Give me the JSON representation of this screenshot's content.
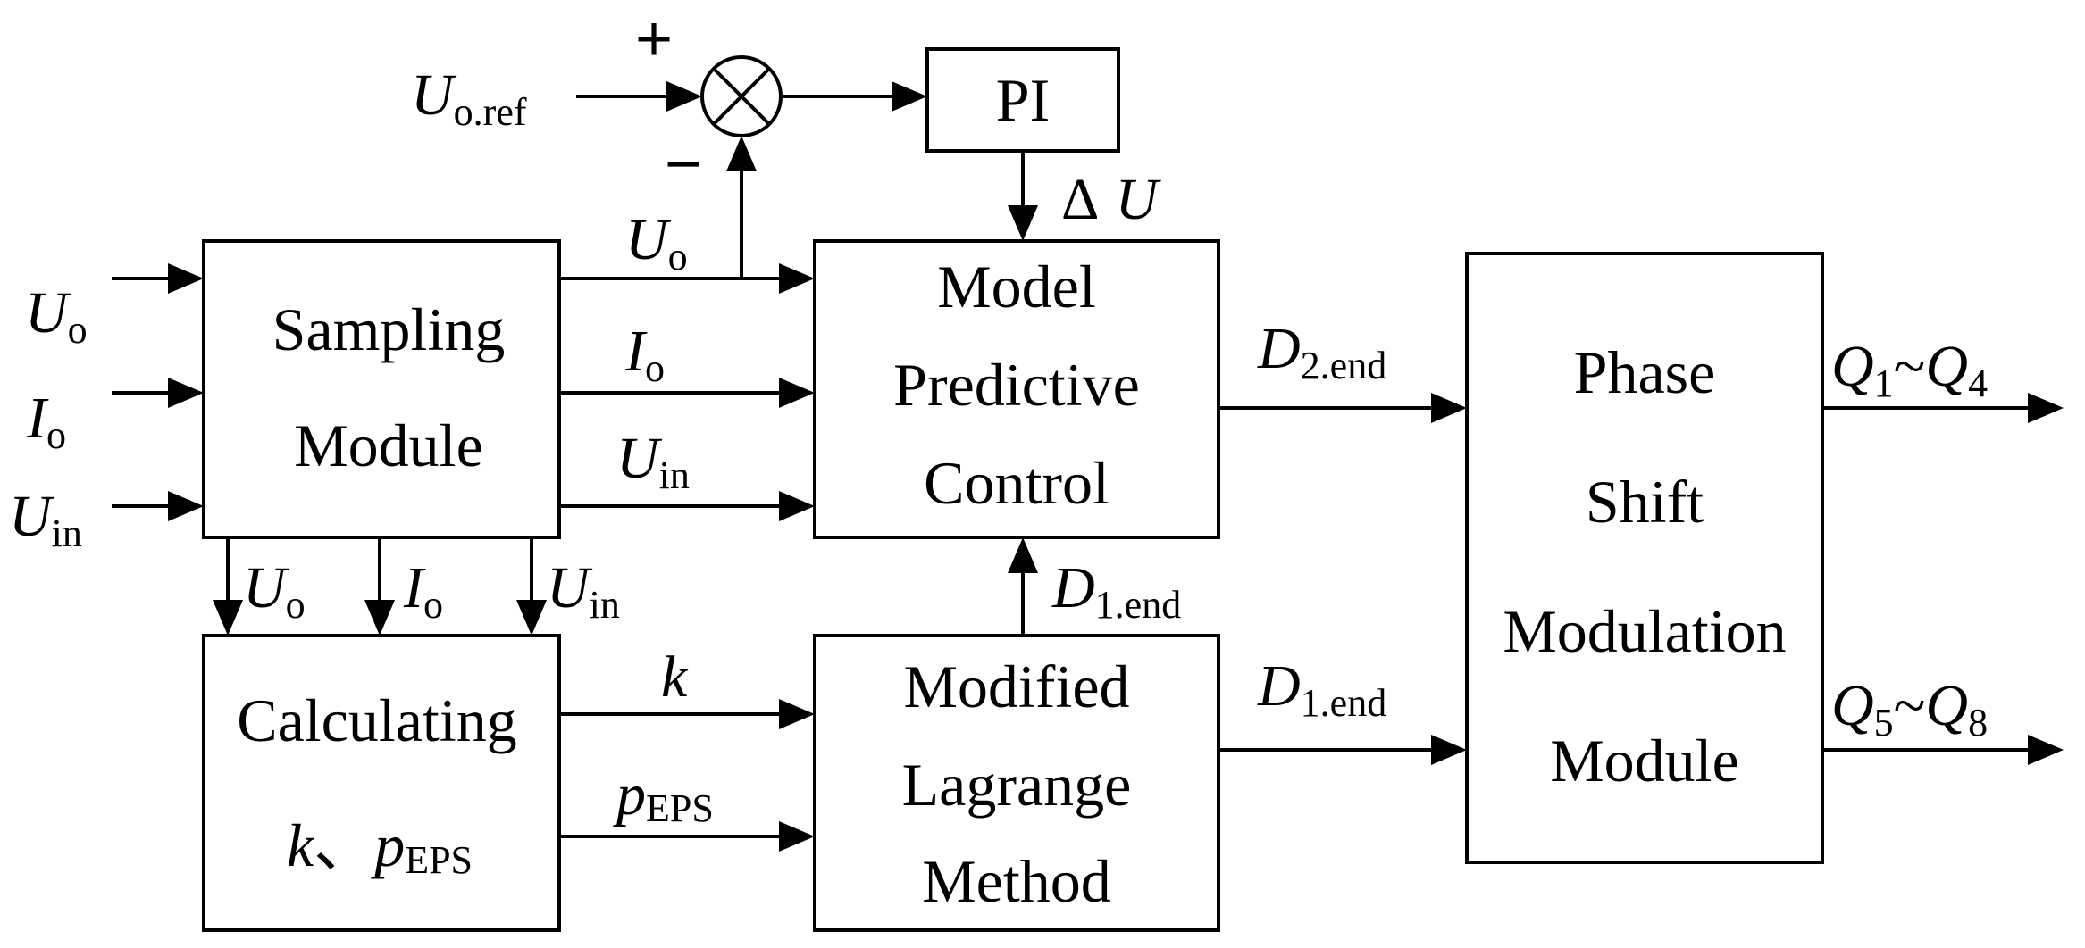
{
  "blocks": {
    "pi": "PI",
    "sampling": [
      "Sampling",
      "Module"
    ],
    "mpc": [
      "Model",
      "Predictive",
      "Control"
    ],
    "calc": {
      "line1": "Calculating",
      "k": "k",
      "sep": "、",
      "p": "p",
      "p_sub": "EPS"
    },
    "lagrange": [
      "Modified",
      "Lagrange",
      "Method"
    ],
    "psm": [
      "Phase",
      "Shift",
      "Modulation",
      "Module"
    ]
  },
  "signs": {
    "plus": "+",
    "minus": "−"
  },
  "signals": {
    "uoref": {
      "main": "U",
      "sub": "o.ref"
    },
    "in_uo": {
      "main": "U",
      "sub": "o"
    },
    "in_io": {
      "main": "I",
      "sub": "o"
    },
    "in_uin": {
      "main": "U",
      "sub": "in"
    },
    "s_uo": {
      "main": "U",
      "sub": "o"
    },
    "s_io": {
      "main": "I",
      "sub": "o"
    },
    "s_uin": {
      "main": "U",
      "sub": "in"
    },
    "d_uo": {
      "main": "U",
      "sub": "o"
    },
    "d_io": {
      "main": "I",
      "sub": "o"
    },
    "d_uin": {
      "main": "U",
      "sub": "in"
    },
    "deltau": {
      "delta": "Δ",
      "main": "U"
    },
    "k": {
      "main": "k"
    },
    "peps": {
      "main": "p",
      "sub": "EPS"
    },
    "d1_up": {
      "main": "D",
      "sub": "1.end"
    },
    "d2": {
      "main": "D",
      "sub": "2.end"
    },
    "d1": {
      "main": "D",
      "sub": "1.end"
    },
    "q14": {
      "a": "Q",
      "a_sub": "1",
      "tilde": "~",
      "b": "Q",
      "b_sub": "4"
    },
    "q58": {
      "a": "Q",
      "a_sub": "5",
      "tilde": "~",
      "b": "Q",
      "b_sub": "8"
    }
  }
}
